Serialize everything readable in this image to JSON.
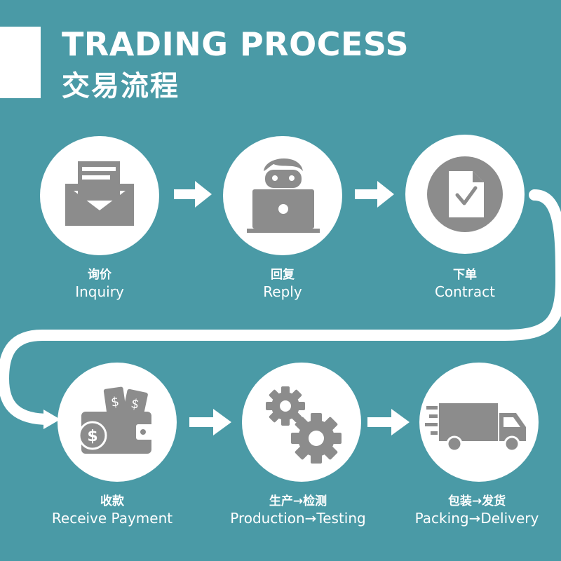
{
  "header": {
    "title_en": "TRADING PROCESS",
    "title_cn": "交易流程"
  },
  "steps": [
    {
      "cn": "询价",
      "en": "Inquiry",
      "icon": "envelope-icon"
    },
    {
      "cn": "回复",
      "en": "Reply",
      "icon": "person-laptop-icon"
    },
    {
      "cn": "下单",
      "en": "Contract",
      "icon": "document-check-icon"
    },
    {
      "cn": "收款",
      "en": "Receive Payment",
      "icon": "wallet-money-icon"
    },
    {
      "cn": "生产→检测",
      "en": "Production→Testing",
      "icon": "gears-icon"
    },
    {
      "cn": "包装→发货",
      "en": "Packing→Delivery",
      "icon": "delivery-truck-icon"
    }
  ],
  "colors": {
    "background": "#4a9aa6",
    "circle": "#ffffff",
    "icon": "#8c8c8c",
    "text": "#ffffff"
  }
}
